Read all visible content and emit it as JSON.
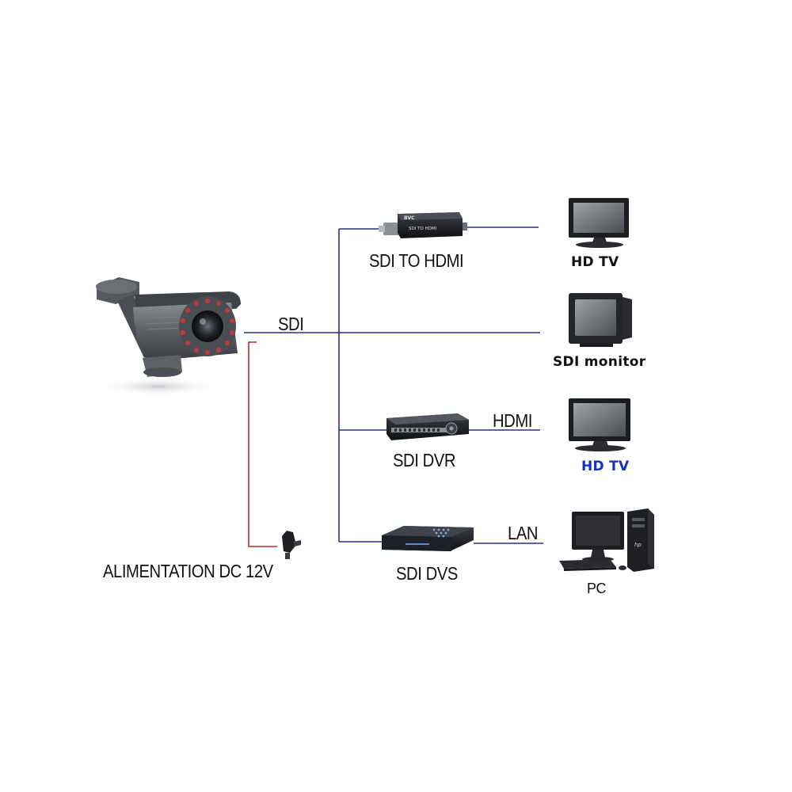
{
  "colors": {
    "signal_line": "#2b2f86",
    "power_line": "#c0282d",
    "hd_tv_blue": "#1530c8",
    "text": "#111111"
  },
  "labels": {
    "sdi": "SDI",
    "sdi_to_hdmi": "SDI TO HDMI",
    "sdi_dvr": "SDI DVR",
    "sdi_dvs": "SDI DVS",
    "hdmi": "HDMI",
    "lan": "LAN",
    "power": "ALIMENTATION DC 12V",
    "hd_tv_1": "HD TV",
    "sdi_monitor": "SDI monitor",
    "hd_tv_2": "HD TV",
    "pc": "PC"
  },
  "device_text": {
    "converter_brand": "BVC",
    "converter_text": "SDI TO HDMI",
    "pc_brand": "hp"
  },
  "icons": {
    "camera": "bullet-camera-icon",
    "converter": "sdi-hdmi-converter-icon",
    "dvr": "dvr-recorder-icon",
    "dvs": "video-server-icon",
    "tv": "flat-tv-icon",
    "monitor": "crt-monitor-icon",
    "pc": "desktop-pc-icon",
    "power": "dc-plug-icon"
  }
}
